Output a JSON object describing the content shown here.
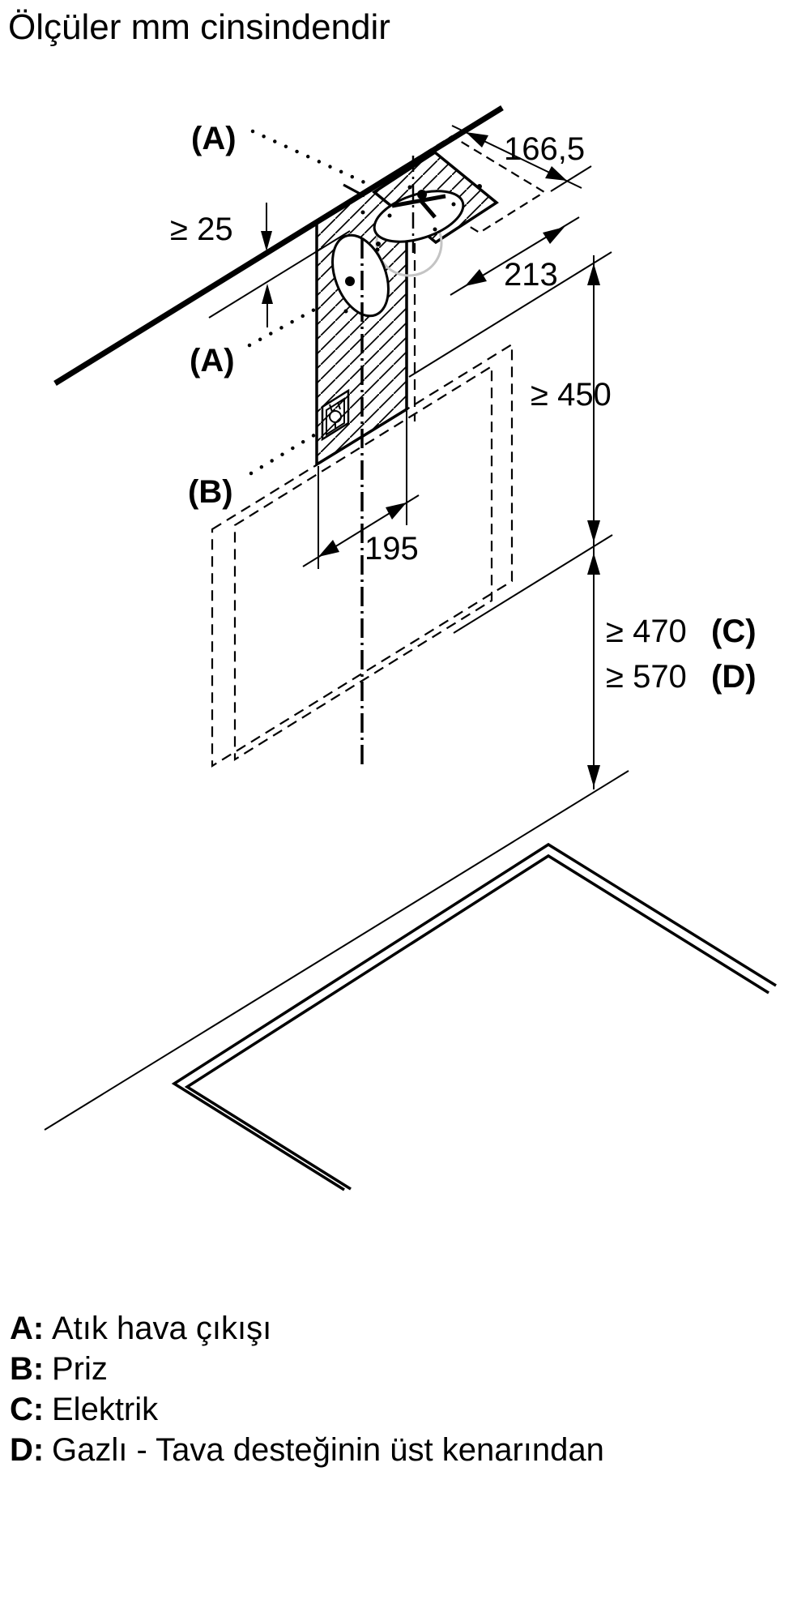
{
  "title": "Ölçüler mm cinsindendir",
  "diagram": {
    "label_a_top": "(A)",
    "label_a_mid": "(A)",
    "label_b": "(B)",
    "dim_ceiling_clearance": "≥ 25",
    "dim_top_depth": "166,5",
    "dim_plate_depth": "213",
    "dim_height": "≥ 450",
    "dim_width": "195",
    "dim_electric_value": "≥ 470",
    "dim_electric_key": "(C)",
    "dim_gas_value": "≥ 570",
    "dim_gas_key": "(D)"
  },
  "legend": {
    "items": [
      {
        "key": "A:",
        "label": "Atık hava çıkışı"
      },
      {
        "key": "B:",
        "label": "Priz"
      },
      {
        "key": "C:",
        "label": "Elektrik"
      },
      {
        "key": "D:",
        "label": "Gazlı - Tava desteğinin üst kenarından"
      }
    ]
  },
  "colors": {
    "ink": "#000000",
    "muted": "#c4c4c4",
    "background": "#ffffff"
  }
}
